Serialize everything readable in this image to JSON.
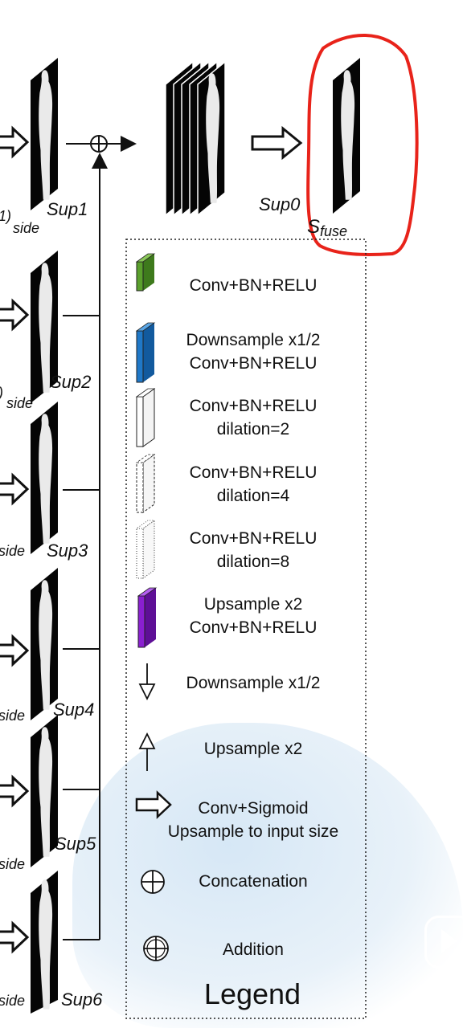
{
  "side_labels": {
    "sup1": "Sup1",
    "sup2": "Sup2",
    "sup3": "Sup3",
    "sup4": "Sup4",
    "sup5": "Sup5",
    "sup6": "Sup6",
    "sup0": "Sup0"
  },
  "partial_labels": {
    "row1": "1)",
    "row2": ")",
    "side": "side"
  },
  "fuse_label": {
    "main": "S",
    "subscript": "fuse"
  },
  "legend": {
    "title": "Legend",
    "items": [
      {
        "line1": "Conv+BN+RELU",
        "line2": ""
      },
      {
        "line1": "Downsample x1/2",
        "line2": "Conv+BN+RELU"
      },
      {
        "line1": "Conv+BN+RELU",
        "line2": "dilation=2"
      },
      {
        "line1": "Conv+BN+RELU",
        "line2": "dilation=4"
      },
      {
        "line1": "Conv+BN+RELU",
        "line2": "dilation=8"
      },
      {
        "line1": "Upsample x2",
        "line2": "Conv+BN+RELU"
      },
      {
        "line1": "Downsample x1/2",
        "line2": ""
      },
      {
        "line1": "Upsample x2",
        "line2": ""
      },
      {
        "line1": "Conv+Sigmoid",
        "line2": "Upsample to input size"
      },
      {
        "line1": "Concatenation",
        "line2": ""
      },
      {
        "line1": "Addition",
        "line2": ""
      }
    ]
  },
  "colors": {
    "conv_block": "#5aa02c",
    "downsample_block": "#1f78c8",
    "upsample_block": "#8a1fd0",
    "highlight": "#e8231a"
  }
}
